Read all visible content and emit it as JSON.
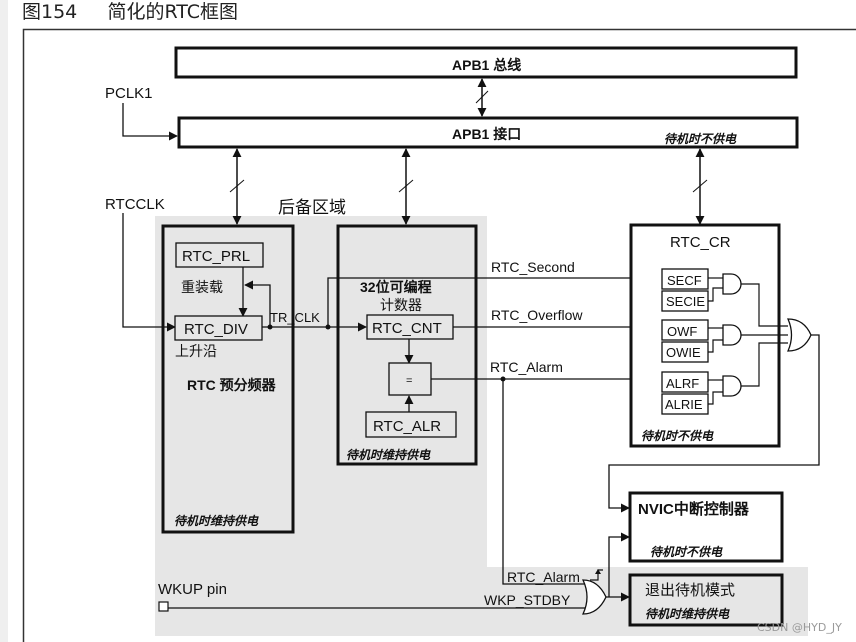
{
  "figure": {
    "title": "图154     简化的RTC框图",
    "watermark": "CSDN @HYD_JY"
  },
  "inputs": {
    "pclk1": "PCLK1",
    "rtcclk": "RTCCLK",
    "wkup_pin": "WKUP pin"
  },
  "apb1_bus": {
    "label": "APB1 总线"
  },
  "apb1_interface": {
    "label": "APB1 接口",
    "power_note": "待机时不供电"
  },
  "backup_domain": {
    "label": "后备区域"
  },
  "prescaler": {
    "title": "RTC 预分频器",
    "prl_register": "RTC_PRL",
    "reload_label": "重装载",
    "div_register": "RTC_DIV",
    "rising_edge_label": "上升沿",
    "tr_clk_label": "TR_CLK",
    "power_note": "待机时维持供电"
  },
  "counter": {
    "title_line1": "32位可编程",
    "title_line2": "计数器",
    "cnt_register": "RTC_CNT",
    "comparator": "=",
    "alr_register": "RTC_ALR",
    "power_note": "待机时维持供电"
  },
  "signals": {
    "second": "RTC_Second",
    "overflow": "RTC_Overflow",
    "alarm": "RTC_Alarm",
    "alarm_to_or": "RTC_Alarm",
    "wkp_stdby": "WKP_STDBY"
  },
  "control_register": {
    "title": "RTC_CR",
    "flags": [
      {
        "flag": "SECF",
        "enable": "SECIE"
      },
      {
        "flag": "OWF",
        "enable": "OWIE"
      },
      {
        "flag": "ALRF",
        "enable": "ALRIE"
      }
    ],
    "power_note": "待机时不供电"
  },
  "nvic": {
    "label": "NVIC中断控制器",
    "power_note": "待机时不供电"
  },
  "exit_standby": {
    "label": "退出待机模式",
    "power_note": "待机时维持供电"
  },
  "colors": {
    "backup_fill": "#e6e6e6",
    "line": "#111111",
    "frame": "#333333"
  }
}
